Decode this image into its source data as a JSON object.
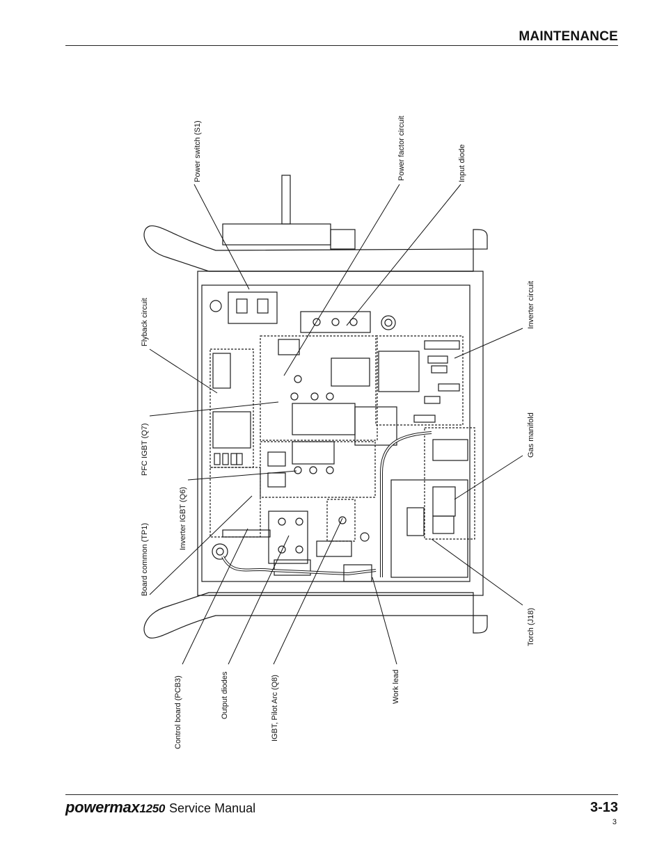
{
  "header": {
    "section": "MAINTENANCE"
  },
  "footer": {
    "brand_a": "powermax",
    "brand_b": "1250",
    "doc": "Service Manual",
    "page": "3-13",
    "subpage": "3"
  },
  "diagram": {
    "labels": {
      "power_switch": "Power switch (S1)",
      "power_factor": "Power factor circuit",
      "input_diode": "Input diode",
      "flyback": "Flyback circuit",
      "inverter_circuit": "Inverter circuit",
      "pfc_igbt": "PFC IGBT (Q7)",
      "gas_manifold": "Gas manifold",
      "inverter_igbt": "Inverter IGBT (Q6)",
      "board_common": "Board common (TP1)",
      "torch": "Torch (J18)",
      "control_board": "Control board (PCB3)",
      "output_diodes": "Output diodes",
      "igbt_pilot": "IGBT, Pilot Arc (Q8)",
      "work_lead": "Work lead"
    }
  }
}
